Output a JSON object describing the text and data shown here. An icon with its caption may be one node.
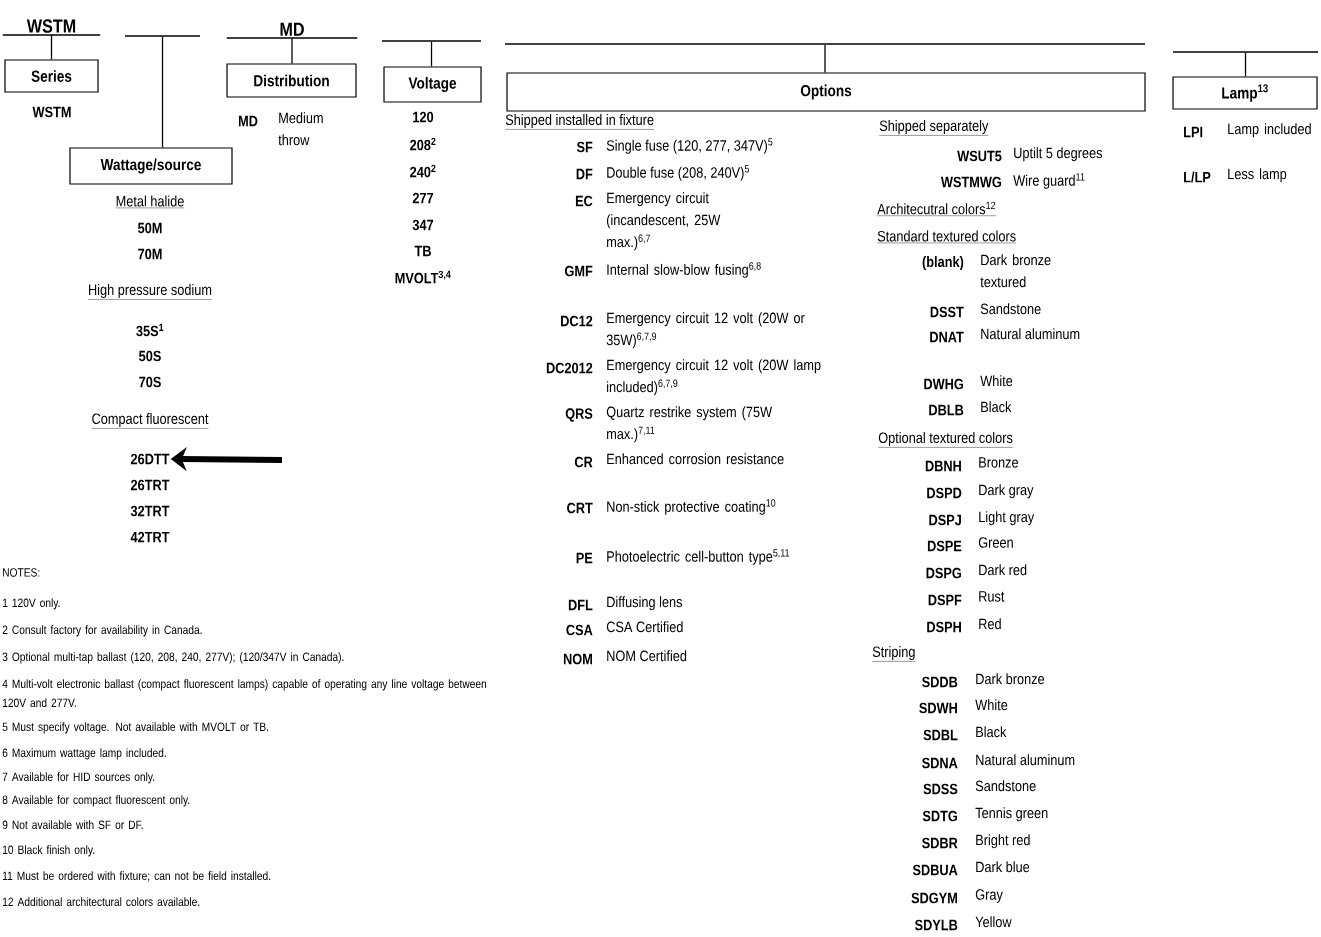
{
  "diagram": {
    "nodes": [
      {
        "text": [
          "WSTM"
        ]
      },
      {
        "text": [],
        "shape": "bar"
      },
      {
        "text": [
          "MD"
        ]
      },
      {
        "text": [],
        "shape": "bar"
      },
      {
        "text": [],
        "shape": "bar"
      },
      {
        "text": [],
        "shape": "bar"
      },
      {
        "text": [
          "Series"
        ]
      },
      {
        "text": [
          "Wattage/source"
        ]
      },
      {
        "text": [
          "Distribution"
        ]
      },
      {
        "text": [
          "Voltage"
        ]
      },
      {
        "text": [
          "Options"
        ]
      },
      {
        "text": [
          "Lamp$^{13}$"
        ]
      },
      {
        "text": [
          "26DTT"
        ]
      }
    ],
    "edges": [
      {
        "from": 0,
        "to": 6,
        "arrow": "none"
      },
      {
        "from": 1,
        "to": 7,
        "arrow": "none"
      },
      {
        "from": 2,
        "to": 8,
        "arrow": "none"
      },
      {
        "from": 3,
        "to": 9,
        "arrow": "none"
      },
      {
        "from": 4,
        "to": 10,
        "arrow": "none"
      },
      {
        "from": 5,
        "to": 11,
        "arrow": "none"
      },
      {
        "from": null,
        "to": 12,
        "arrow": "to",
        "style": "thick"
      }
    ],
    "labels": [
      "WSTM",
      "Metal halide",
      "50M",
      "70M",
      "High pressure sodium",
      "35S$^{1}$",
      "50S",
      "70S",
      "Compact fluorescent",
      "26TRT",
      "32TRT",
      "42TRT",
      "MD",
      "Medium throw",
      "120",
      "208$^{2}$",
      "240$^{2}$",
      "277",
      "347",
      "TB",
      "MVOLT$^{3,4}$",
      "Shipped installed in fixture",
      "SF",
      "Single fuse (120, 277, 347V)$^{5}$",
      "DF",
      "Double fuse (208, 240V)$^{5}$",
      "EC",
      "Emergency circuit (incandescent, 25W max.)$^{6,7}$",
      "GMF",
      "Internal slow-blow fusing$^{6,8}$",
      "DC12",
      "Emergency circuit 12 volt (20W or 35W)$^{6,7,9}$",
      "DC2012",
      "Emergency circuit 12 volt (20W lamp included)$^{6,7,9}$",
      "QRS",
      "Quartz restrike system (75W max.)$^{7,11}$",
      "CR",
      "Enhanced corrosion resistance",
      "CRT",
      "Non-stick protective coating$^{10}$",
      "PE",
      "Photoelectric cell-button type$^{5,11}$",
      "DFL",
      "Diffusing lens",
      "CSA",
      "CSA Certified",
      "NOM",
      "NOM Certified",
      "Shipped separately",
      "WSUT5",
      "Uptilt 5 degrees",
      "WSTMWG",
      "Wire guard$^{11}$",
      "Architecutral colors$^{12}$",
      "Standard textured colors",
      "(blank)",
      "Dark bronze textured",
      "DSST",
      "Sandstone",
      "DNAT",
      "Natural aluminum",
      "DWHG",
      "White",
      "DBLB",
      "Black",
      "Optional textured colors",
      "DBNH",
      "Bronze",
      "DSPD",
      "Dark gray",
      "DSPJ",
      "Light gray",
      "DSPE",
      "Green",
      "DSPG",
      "Dark red",
      "DSPF",
      "Rust",
      "DSPH",
      "Red",
      "Striping",
      "SDDB",
      "Dark bronze",
      "SDWH",
      "White",
      "SDBL",
      "Black",
      "SDNA",
      "Natural aluminum",
      "SDSS",
      "Sandstone",
      "SDTG",
      "Tennis green",
      "SDBR",
      "Bright red",
      "SDBUA",
      "Dark blue",
      "SDGYM",
      "Gray",
      "SDYLB",
      "Yellow",
      "LPI",
      "Lamp included",
      "L/LP",
      "Less lamp",
      "NOTES:",
      "1 120V only.",
      "2 Consult factory for availability in Canada.",
      "3 Optional multi-tap ballast (120, 208, 240, 277V); (120/347V in Canada).",
      "4 Multi-volt electronic ballast (compact fluorescent lamps) capable of operating any line voltage between 120V and 277V.",
      "5 Must specify voltage. Not available with MVOLT or TB.",
      "6 Maximum wattage lamp included.",
      "7 Available for HID sources only.",
      "8 Available for compact fluorescent only.",
      "9 Not available with SF or DF.",
      "10 Black finish only.",
      "11 Must be ordered with fixture; can not be field installed.",
      "12 Additional architectural colors available."
    ]
  }
}
